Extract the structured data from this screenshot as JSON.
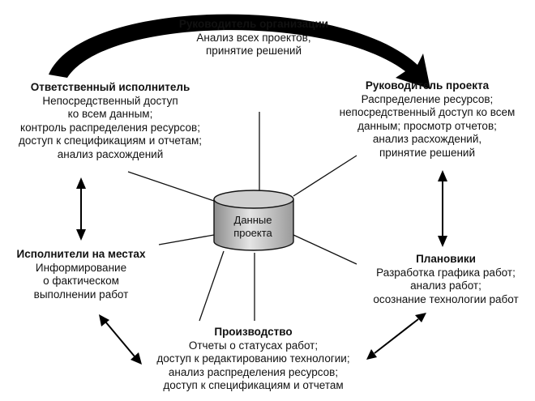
{
  "center": {
    "line1": "Данные",
    "line2": "проекта"
  },
  "top": {
    "title": "Руководитель организации",
    "lines": [
      "Анализ всех проектов,",
      "принятие решений"
    ]
  },
  "left_top": {
    "title": "Ответственный исполнитель",
    "lines": [
      "Непосредственный доступ",
      "ко всем данным;",
      "контроль распределения ресурсов;",
      "доступ к спецификациям и отчетам;",
      "анализ расхождений"
    ]
  },
  "right_top": {
    "title": "Руководитель проекта",
    "lines": [
      "Распределение ресурсов;",
      "непосредственный доступ ко всем",
      "данным; просмотр отчетов;",
      "анализ расхождений,",
      "принятие решений"
    ]
  },
  "left_mid": {
    "title": "Исполнители на местах",
    "lines": [
      "Информирование",
      "о фактическом",
      "выполнении работ"
    ]
  },
  "right_mid": {
    "title": "Плановики",
    "lines": [
      "Разработка графика работ;",
      "анализ работ;",
      "осознание технологии работ"
    ]
  },
  "bottom": {
    "title": "Производство",
    "lines": [
      "Отчеты о статусах работ;",
      "доступ к редактированию технологии;",
      "анализ распределения ресурсов;",
      "доступ к спецификациям и отчетам"
    ]
  }
}
